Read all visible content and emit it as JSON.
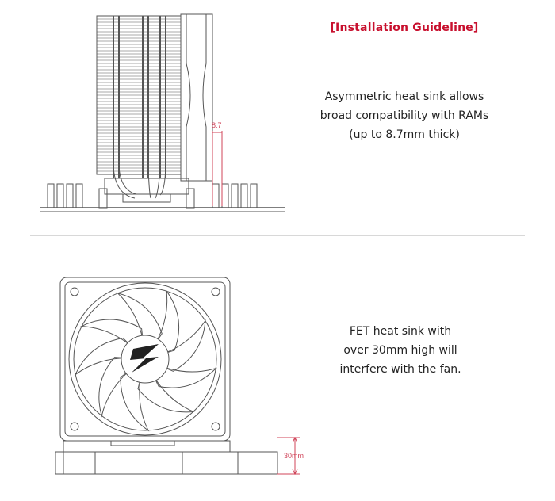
{
  "title": "[Installation Guideline]",
  "upper": {
    "lines": [
      "Asymmetric heat sink allows",
      "broad compatibility with RAMs",
      "(up to 8.7mm thick)"
    ],
    "dimension_label": "8.7"
  },
  "lower": {
    "lines": [
      "FET heat sink with",
      "over 30mm high will",
      "interfere with the fan."
    ],
    "dimension_label": "30mm"
  },
  "colors": {
    "title": "#c8102e",
    "dimension": "#d0455a",
    "line_art": "#555555"
  }
}
